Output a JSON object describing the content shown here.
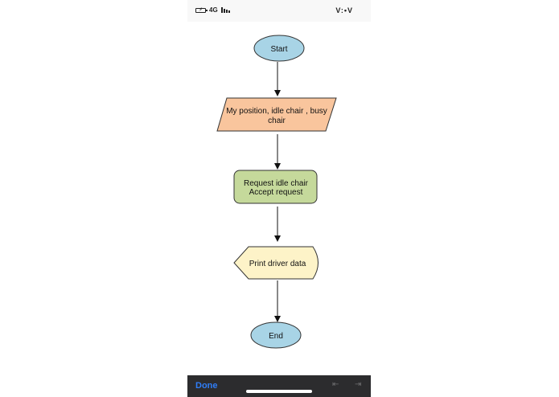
{
  "status_bar": {
    "network": "4G",
    "time": "V:•V"
  },
  "flowchart": {
    "nodes": [
      {
        "id": "start",
        "shape": "ellipse",
        "lines": [
          "Start"
        ],
        "fill": "#a8d4e6"
      },
      {
        "id": "input",
        "shape": "parallelogram",
        "lines": [
          "My position, idle chair , busy",
          "chair"
        ],
        "fill": "#f9c59d"
      },
      {
        "id": "process",
        "shape": "rounded-rectangle",
        "lines": [
          "Request idle chair",
          "Accept request"
        ],
        "fill": "#c5d99b"
      },
      {
        "id": "display",
        "shape": "display",
        "lines": [
          "Print driver data"
        ],
        "fill": "#fdf3c8"
      },
      {
        "id": "end",
        "shape": "ellipse",
        "lines": [
          "End"
        ],
        "fill": "#a8d4e6"
      }
    ],
    "edges": [
      {
        "from": "start",
        "to": "input"
      },
      {
        "from": "input",
        "to": "process"
      },
      {
        "from": "process",
        "to": "display"
      },
      {
        "from": "display",
        "to": "end"
      }
    ]
  },
  "toolbar": {
    "done_label": "Done",
    "prev_icon": "arrow-left-icon",
    "next_icon": "arrow-right-icon"
  },
  "colors": {
    "toolbar_bg": "#2c2c2e",
    "done": "#2f7df6",
    "stroke": "#333333"
  }
}
